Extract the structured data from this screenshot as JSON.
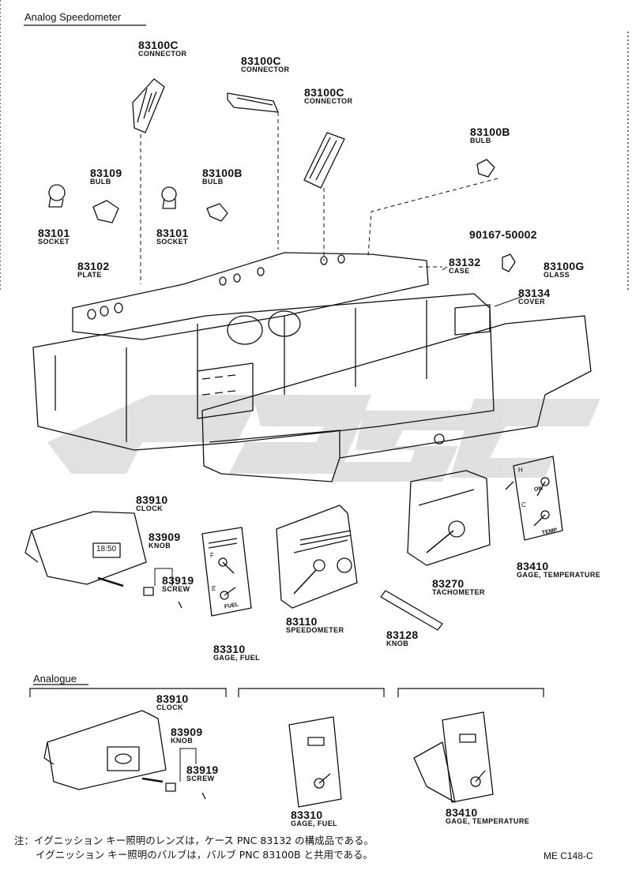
{
  "section_titles": {
    "top": "Analog Speedometer",
    "bottom": "Analogue"
  },
  "parts": [
    {
      "num": "83100C",
      "name": "CONNECTOR"
    },
    {
      "num": "83100C",
      "name": "CONNECTOR"
    },
    {
      "num": "83100C",
      "name": "CONNECTOR"
    },
    {
      "num": "83100B",
      "name": "BULB"
    },
    {
      "num": "83109",
      "name": "BULB"
    },
    {
      "num": "83100B",
      "name": "BULB"
    },
    {
      "num": "83101",
      "name": "SOCKET"
    },
    {
      "num": "83101",
      "name": "SOCKET"
    },
    {
      "num": "90167-50002",
      "name": ""
    },
    {
      "num": "83102",
      "name": "PLATE"
    },
    {
      "num": "83132",
      "name": "CASE"
    },
    {
      "num": "83100G",
      "name": "GLASS"
    },
    {
      "num": "83134",
      "name": "COVER"
    },
    {
      "num": "83910",
      "name": "CLOCK"
    },
    {
      "num": "83909",
      "name": "KNOB"
    },
    {
      "num": "83919",
      "name": "SCREW"
    },
    {
      "num": "83270",
      "name": "TACHOMETER"
    },
    {
      "num": "83410",
      "name": "GAGE, TEMPERATURE"
    },
    {
      "num": "83110",
      "name": "SPEEDOMETER"
    },
    {
      "num": "83310",
      "name": "GAGE, FUEL"
    },
    {
      "num": "83128",
      "name": "KNOB"
    },
    {
      "num": "83910",
      "name": "CLOCK"
    },
    {
      "num": "83909",
      "name": "KNOB"
    },
    {
      "num": "83919",
      "name": "SCREW"
    },
    {
      "num": "83310",
      "name": "GAGE, FUEL"
    },
    {
      "num": "83410",
      "name": "GAGE, TEMPERATURE"
    }
  ],
  "clock_display": "18:50",
  "gauge_text": {
    "oil": "OIL",
    "temp": "TEMP",
    "fuel": "FUEL",
    "h": "H",
    "c": "C",
    "e": "E",
    "f": "F"
  },
  "notes": {
    "line1": "注：イグニッション キー照明のレンズは，ケース PNC 83132 の構成品である。",
    "line2": "イグニッション キー照明のバルブは，バルブ PNC 83100B と共用である。"
  },
  "code": "ME C148-C"
}
